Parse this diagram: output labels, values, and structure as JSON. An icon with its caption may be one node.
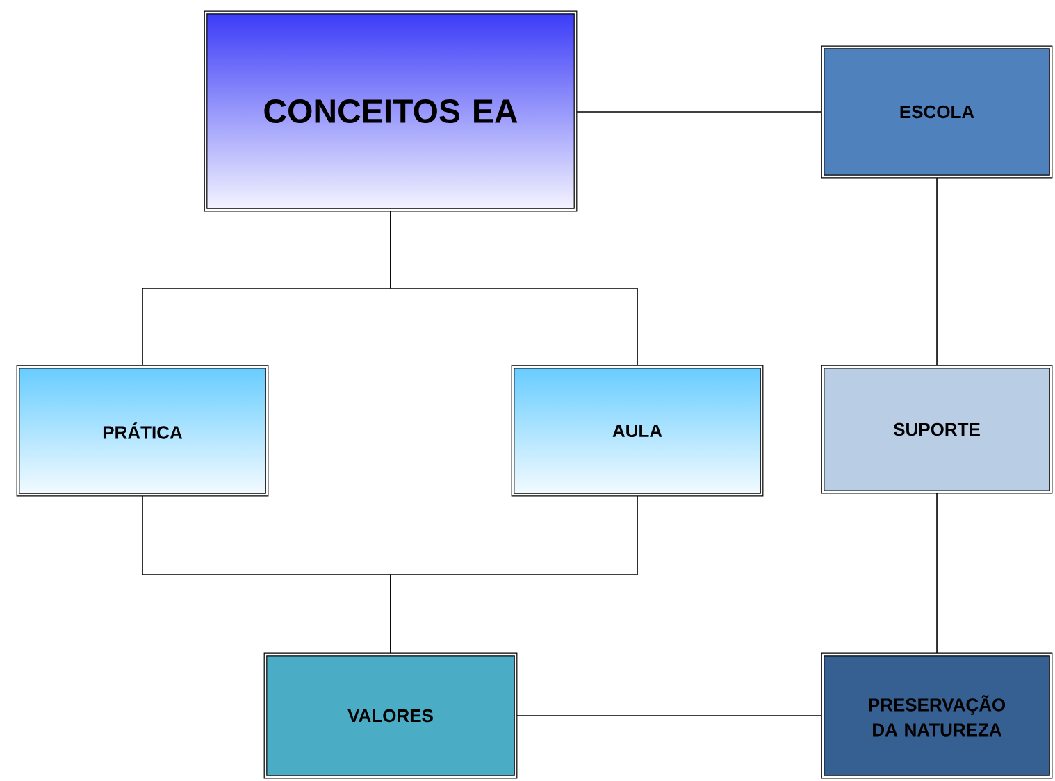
{
  "diagram": {
    "nodes": [
      {
        "text": [
          "CONCEITOS EA"
        ]
      },
      {
        "text": [
          "ESCOLA"
        ]
      },
      {
        "text": [
          "PRÁTICA"
        ]
      },
      {
        "text": [
          "AULA"
        ]
      },
      {
        "text": [
          "SUPORTE"
        ]
      },
      {
        "text": [
          "VALORES"
        ]
      },
      {
        "text": [
          "PRESERVAÇÃO DA NATUREZA"
        ]
      }
    ],
    "edges": [
      {
        "from": 0,
        "to": 1,
        "arrow": "none"
      },
      {
        "from": 0,
        "to": 2,
        "arrow": "none"
      },
      {
        "from": 0,
        "to": 3,
        "arrow": "none"
      },
      {
        "from": 1,
        "to": 4,
        "arrow": "none"
      },
      {
        "from": 2,
        "to": 5,
        "arrow": "none"
      },
      {
        "from": 3,
        "to": 5,
        "arrow": "none"
      },
      {
        "from": 4,
        "to": 6,
        "arrow": "none"
      },
      {
        "from": 5,
        "to": 6,
        "arrow": "none"
      }
    ]
  }
}
